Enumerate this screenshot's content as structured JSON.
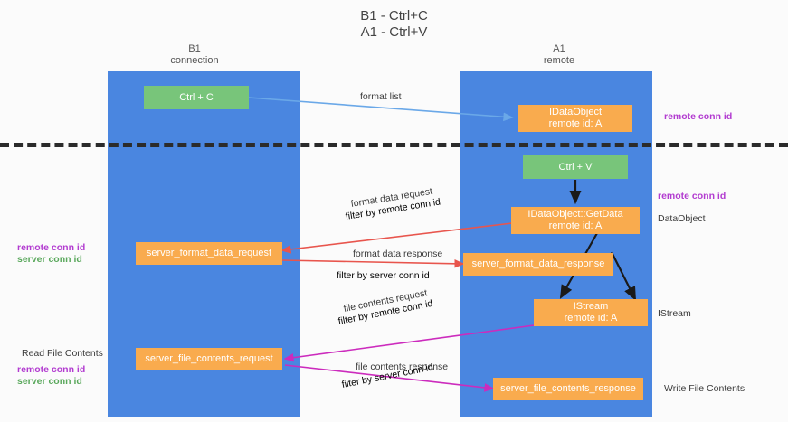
{
  "title": {
    "line1": "B1 - Ctrl+C",
    "line2": "A1 - Ctrl+V"
  },
  "colors": {
    "lane": "#4a86e0",
    "green_node": "#78c57a",
    "orange_node": "#f9ab4e",
    "purple_text": "#b23bd0",
    "green_text": "#5aa85c",
    "dark_text": "#3a3a3a",
    "blue_arrow": "#6aa8e8",
    "red_arrow": "#e8554d",
    "magenta_arrow": "#cc2bbd",
    "black_arrow": "#1a1a1a",
    "separator": "#2b2b2b"
  },
  "columns": [
    {
      "id": "b1",
      "name": "B1",
      "role": "connection"
    },
    {
      "id": "a1",
      "name": "A1",
      "role": "remote"
    }
  ],
  "nodes": {
    "ctrl_c": {
      "line1": "Ctrl + C",
      "line2": ""
    },
    "idataobject": {
      "line1": "IDataObject",
      "line2": "remote id: A"
    },
    "ctrl_v": {
      "line1": "Ctrl + V",
      "line2": ""
    },
    "getdata": {
      "line1": "IDataObject::GetData",
      "line2": "remote id: A"
    },
    "server_format_req": {
      "line1": "server_format_data_request",
      "line2": ""
    },
    "server_format_resp": {
      "line1": "server_format_data_response",
      "line2": ""
    },
    "istream": {
      "line1": "IStream",
      "line2": "remote id: A"
    },
    "server_file_req": {
      "line1": "server_file_contents_request",
      "line2": ""
    },
    "server_file_resp": {
      "line1": "server_file_contents_response",
      "line2": ""
    }
  },
  "edge_labels": {
    "format_list": "format list",
    "format_data_request": "format data request",
    "format_data_request_filter_prefix": "filter by ",
    "format_data_request_filter_key": "remote conn id",
    "format_data_response": "format data response",
    "format_data_response_filter_prefix": "filter by ",
    "format_data_response_filter_key": "server conn id",
    "file_contents_request": "file contents request",
    "file_contents_request_filter_prefix": "filter by ",
    "file_contents_request_filter_key": "remote conn id",
    "file_contents_response": "file contents response",
    "file_contents_response_filter_prefix": "filter by ",
    "file_contents_response_filter_key": "server conn id"
  },
  "annotations": {
    "right_remote_conn_id_top": "remote conn id",
    "right_remote_conn_id_mid": "remote conn id",
    "right_dataobject": "DataObject",
    "right_istream": "IStream",
    "right_write_file_contents": "Write File Contents",
    "left_remote_conn_id_mid": "remote conn id",
    "left_server_conn_id_mid": "server conn id",
    "left_read_file_contents": "Read File Contents",
    "left_remote_conn_id_bottom": "remote conn id",
    "left_server_conn_id_bottom": "server conn id"
  }
}
